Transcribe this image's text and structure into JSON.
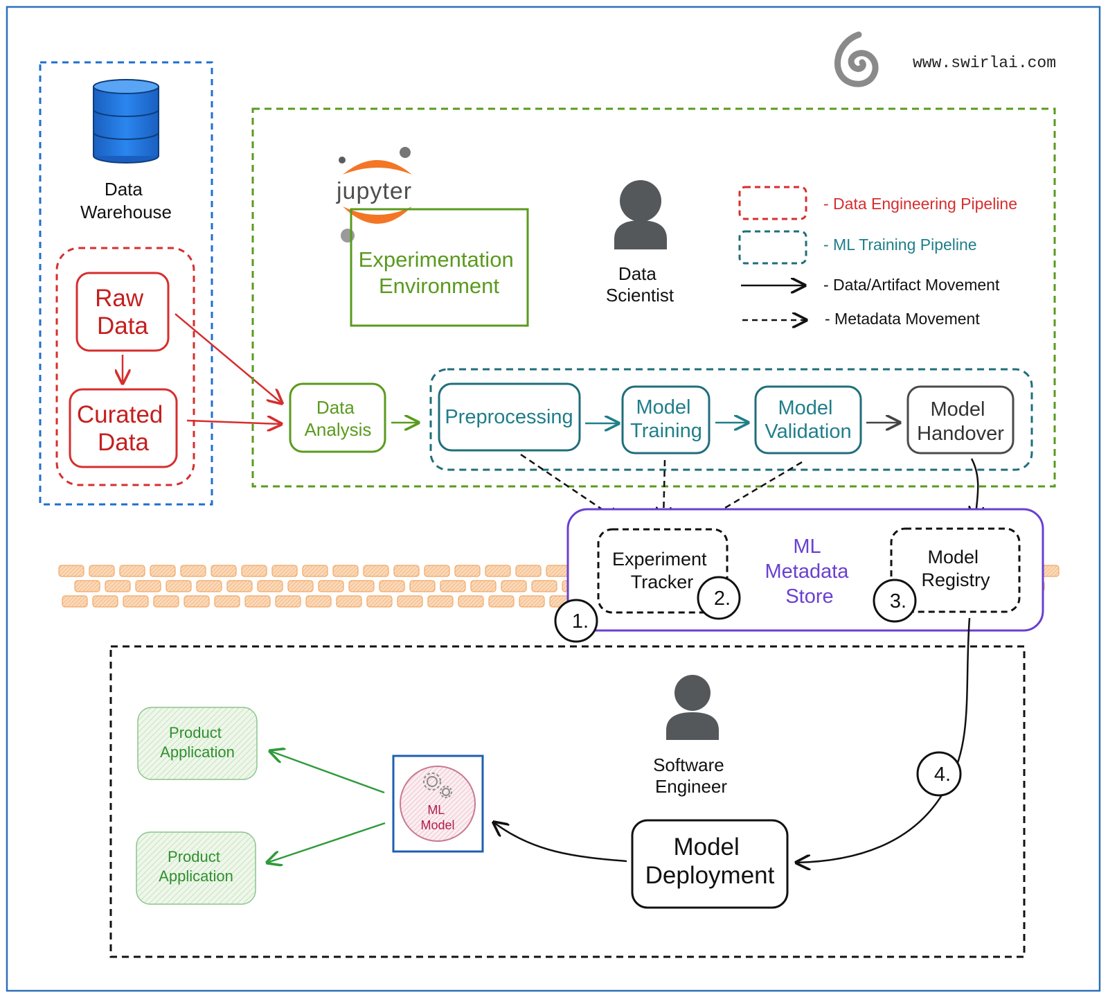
{
  "brand": {
    "url": "www.swirlai.com",
    "logo_icon": "swirl-logo-icon"
  },
  "warehouse": {
    "label_line1": "Data",
    "label_line2": "Warehouse"
  },
  "data_engineering": {
    "raw_line1": "Raw",
    "raw_line2": "Data",
    "curated_line1": "Curated",
    "curated_line2": "Data"
  },
  "experimentation": {
    "jupyter_text": "jupyter",
    "env_line1": "Experimentation",
    "env_line2": "Environment"
  },
  "data_scientist": {
    "line1": "Data",
    "line2": "Scientist"
  },
  "software_engineer": {
    "line1": "Software",
    "line2": "Engineer"
  },
  "legend": {
    "data_engineering": "- Data Engineering Pipeline",
    "ml_training": "- ML Training Pipeline",
    "artifact_movement": "- Data/Artifact Movement",
    "metadata_movement": "- Metadata Movement"
  },
  "pipeline": {
    "data_analysis_line1": "Data",
    "data_analysis_line2": "Analysis",
    "preprocessing": "Preprocessing",
    "training_line1": "Model",
    "training_line2": "Training",
    "validation_line1": "Model",
    "validation_line2": "Validation",
    "handover_line1": "Model",
    "handover_line2": "Handover"
  },
  "metadata_store": {
    "line1": "ML",
    "line2": "Metadata",
    "line3": "Store",
    "tracker_line1": "Experiment",
    "tracker_line2": "Tracker",
    "registry_line1": "Model",
    "registry_line2": "Registry"
  },
  "steps": {
    "s1": "1.",
    "s2": "2.",
    "s3": "3.",
    "s4": "4."
  },
  "deployment": {
    "line1": "Model",
    "line2": "Deployment"
  },
  "ml_model": {
    "line1": "ML",
    "line2": "Model"
  },
  "product_app": {
    "line1": "Product",
    "line2": "Application"
  },
  "colors": {
    "warehouse_blue": "#1e6fd0",
    "data_eng_red": "#d62e2e",
    "experiment_green": "#5a9a1e",
    "ml_teal": "#1f6e7a",
    "metadata_purple": "#6a3fd0",
    "product_green": "#2f8f2f",
    "brick_orange": "#f0a868"
  }
}
